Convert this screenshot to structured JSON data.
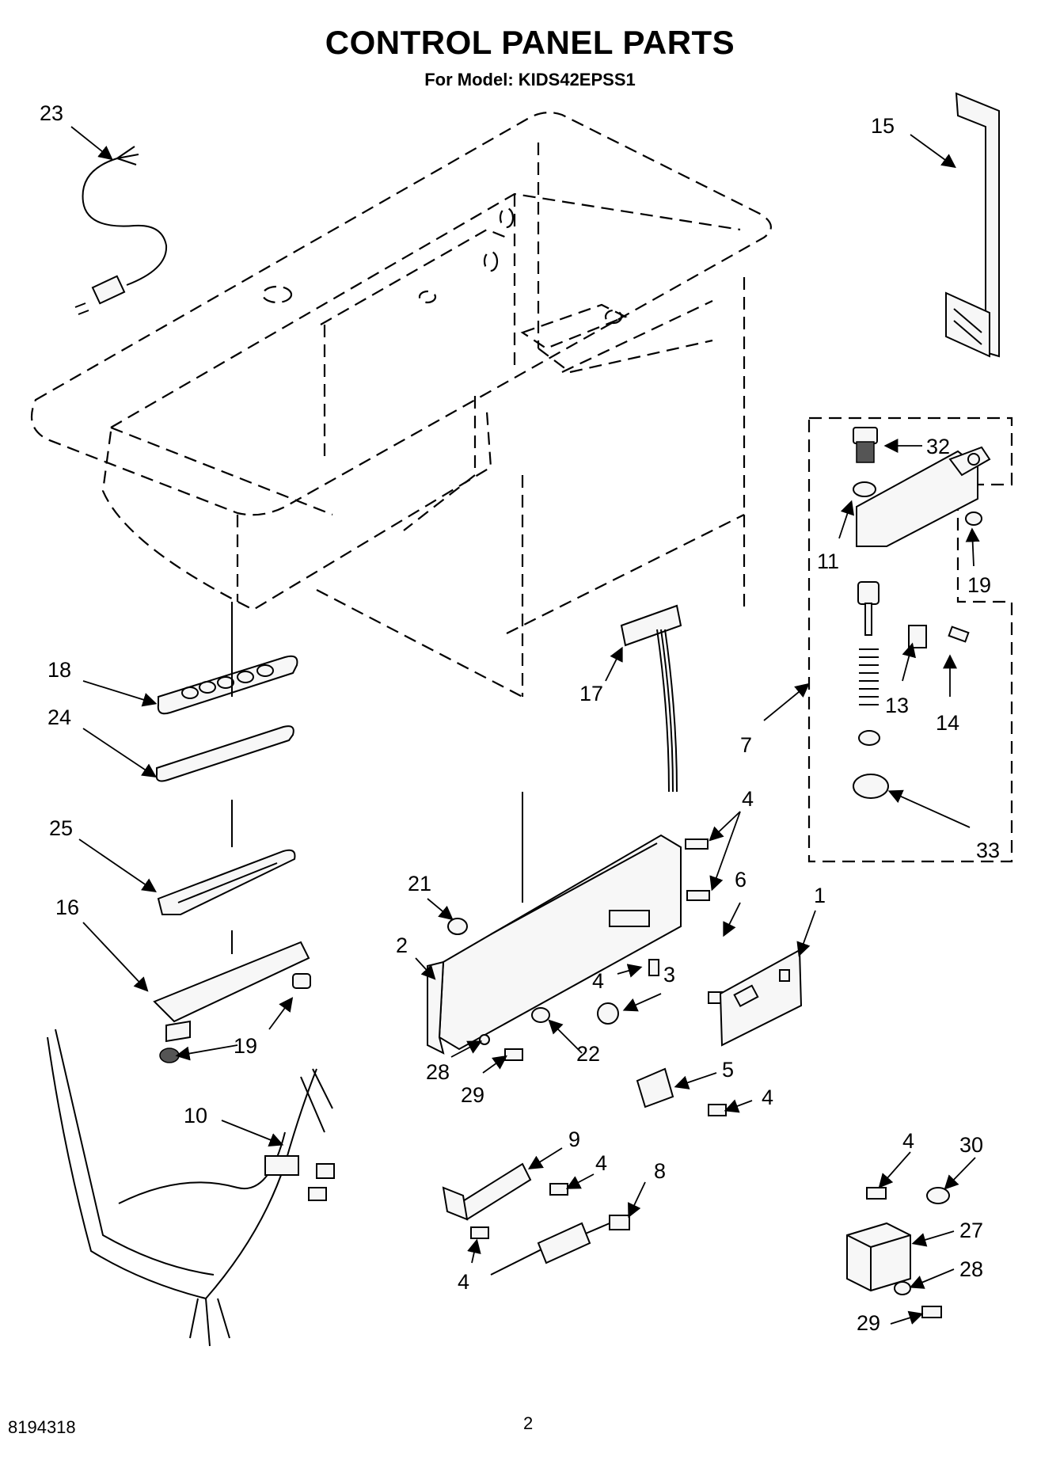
{
  "header": {
    "title": "CONTROL PANEL PARTS",
    "subtitle": "For Model: KIDS42EPSS1"
  },
  "footer": {
    "doc_number": "8194318",
    "page_number": "2"
  },
  "callouts": [
    {
      "id": "c23a",
      "label": "23"
    },
    {
      "id": "c15",
      "label": "15"
    },
    {
      "id": "c32",
      "label": "32"
    },
    {
      "id": "c11",
      "label": "11"
    },
    {
      "id": "c19a",
      "label": "19"
    },
    {
      "id": "c13",
      "label": "13"
    },
    {
      "id": "c14",
      "label": "14"
    },
    {
      "id": "c7",
      "label": "7"
    },
    {
      "id": "c33",
      "label": "33"
    },
    {
      "id": "c18",
      "label": "18"
    },
    {
      "id": "c24",
      "label": "24"
    },
    {
      "id": "c17",
      "label": "17"
    },
    {
      "id": "c4a",
      "label": "4"
    },
    {
      "id": "c25",
      "label": "25"
    },
    {
      "id": "c21",
      "label": "21"
    },
    {
      "id": "c6",
      "label": "6"
    },
    {
      "id": "c1",
      "label": "1"
    },
    {
      "id": "c16",
      "label": "16"
    },
    {
      "id": "c2",
      "label": "2"
    },
    {
      "id": "c4b",
      "label": "4"
    },
    {
      "id": "c3",
      "label": "3"
    },
    {
      "id": "c19b",
      "label": "19"
    },
    {
      "id": "c22",
      "label": "22"
    },
    {
      "id": "c28a",
      "label": "28"
    },
    {
      "id": "c29a",
      "label": "29"
    },
    {
      "id": "c5",
      "label": "5"
    },
    {
      "id": "c4c",
      "label": "4"
    },
    {
      "id": "c10",
      "label": "10"
    },
    {
      "id": "c9",
      "label": "9"
    },
    {
      "id": "c4d",
      "label": "4"
    },
    {
      "id": "c8",
      "label": "8"
    },
    {
      "id": "c4e",
      "label": "4"
    },
    {
      "id": "c30",
      "label": "30"
    },
    {
      "id": "c4f",
      "label": "4"
    },
    {
      "id": "c27",
      "label": "27"
    },
    {
      "id": "c28b",
      "label": "28"
    },
    {
      "id": "c29b",
      "label": "29"
    }
  ]
}
